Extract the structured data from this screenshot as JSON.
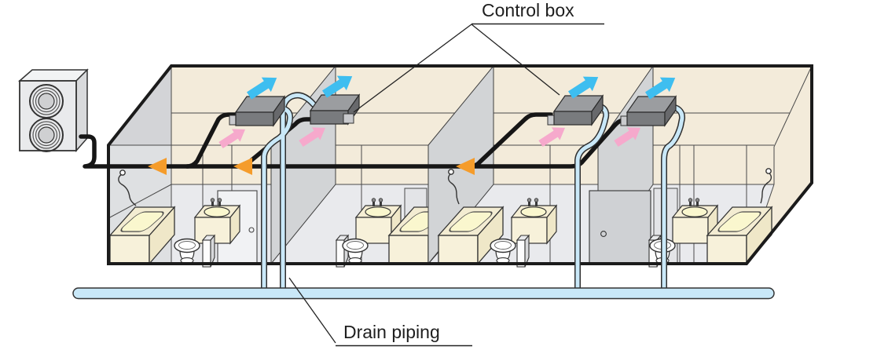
{
  "title": "Bathroom ventilation system installation diagram",
  "labels": {
    "control_box": {
      "text": "Control box"
    },
    "drain_piping": {
      "text": "Drain piping"
    }
  },
  "palette": {
    "background": "#ffffff",
    "ceiling_beige": "#F3EBDA",
    "wall_gray": "#D2D4D6",
    "floor_gray": "#E9EAED",
    "fixture_cream": "#F7F1DA",
    "fixture_inner_yellow": "#FAF7CE",
    "drain_pipe_blue": "#C9E8F8",
    "refrigerant_pipe_black": "#161616",
    "supply_air_arrow_blue": "#3EBEF0",
    "room_air_arrow_pink": "#F6A9CC",
    "flow_arrow_orange": "#F59C2B",
    "control_box_top": "#9B9DA0",
    "control_box_front": "#797B7E",
    "outline": "#1b1b1b"
  },
  "components": {
    "outdoor_unit_count": 1,
    "control_box_count": 4,
    "bathroom_count": 4,
    "per_bathroom_fixtures": [
      "bathtub",
      "washbasin",
      "toilet"
    ],
    "flow_arrow_count": 3,
    "supply_air_arrow_count": 4,
    "room_air_arrow_count": 4,
    "drain_riser_count": 4,
    "drain_main_count": 1
  }
}
